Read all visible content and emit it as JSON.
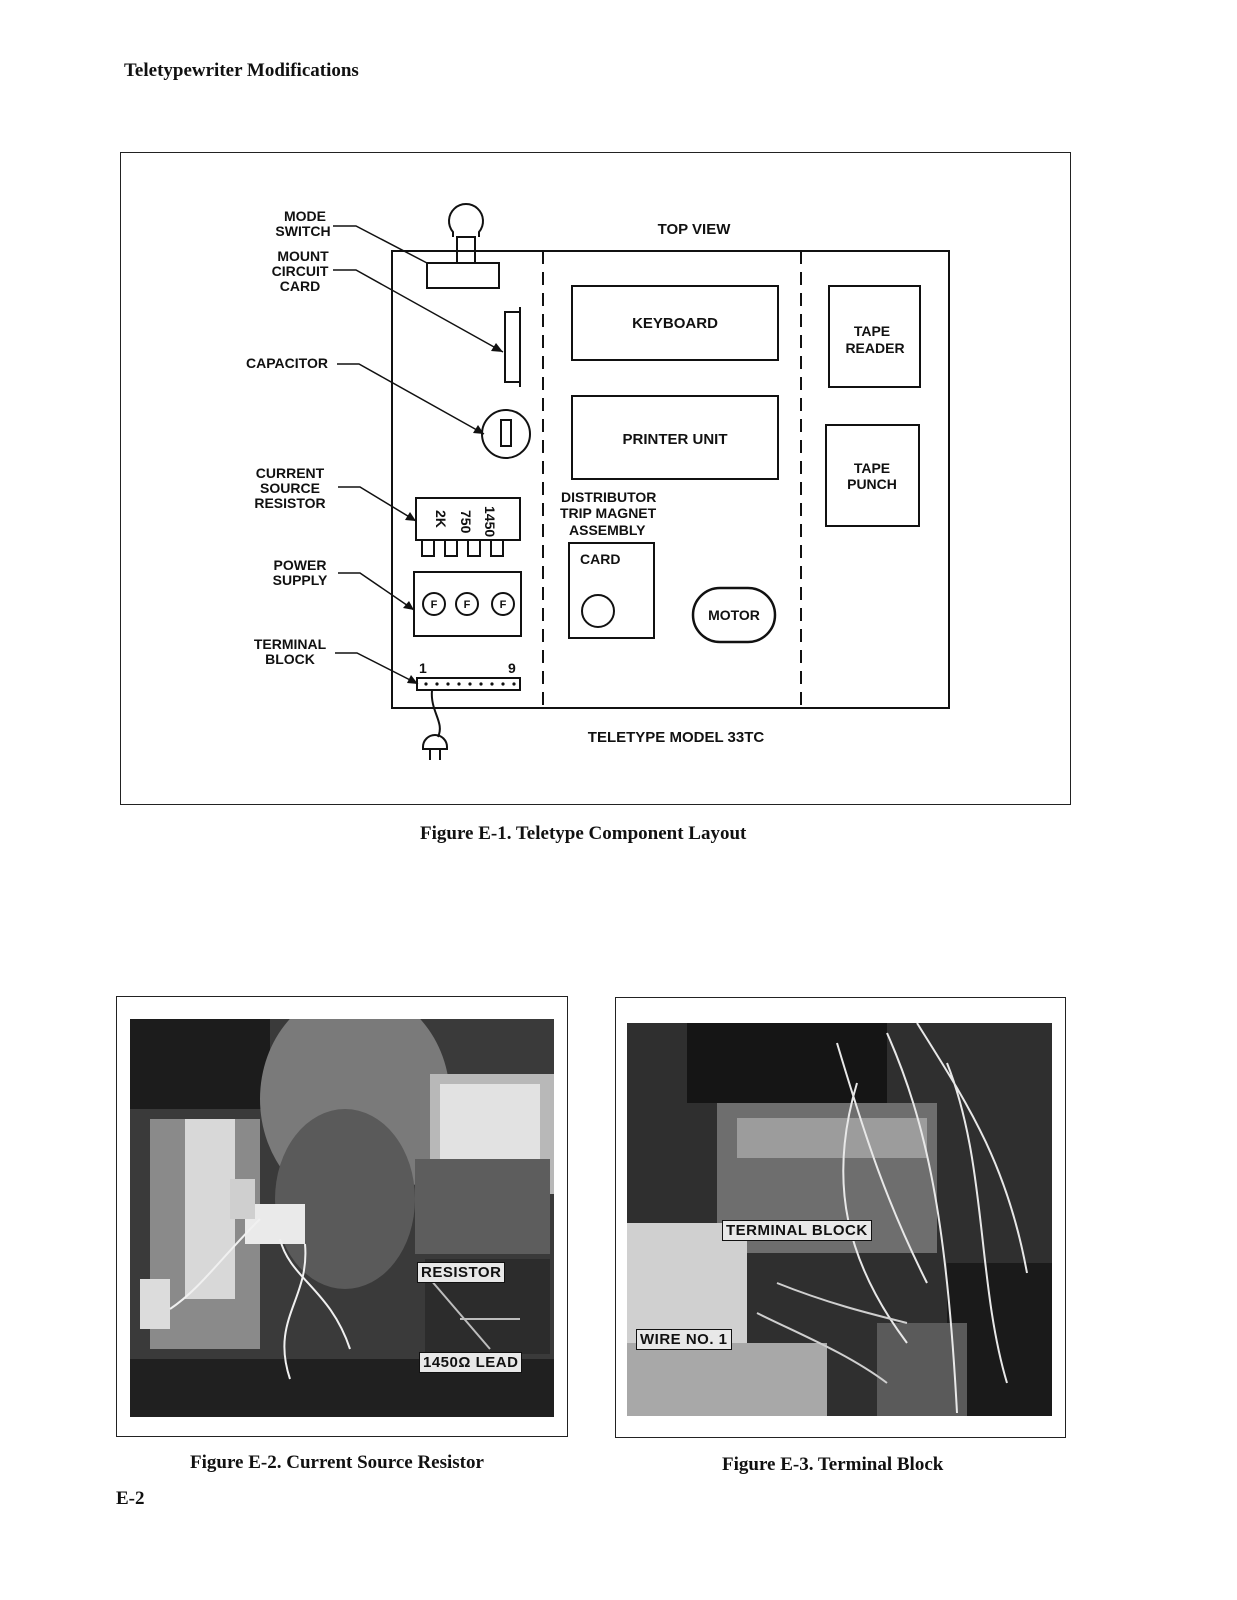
{
  "header": {
    "running_title": "Teletypewriter Modifications"
  },
  "figure_e1": {
    "caption": "Figure E-1. Teletype Component Layout",
    "top_view_label": "TOP VIEW",
    "model_label": "TELETYPE MODEL 33TC",
    "callouts": {
      "mode_switch": [
        "MODE",
        "SWITCH"
      ],
      "mount_circuit_card": [
        "MOUNT",
        "CIRCUIT",
        "CARD"
      ],
      "capacitor": [
        "CAPACITOR"
      ],
      "current_source_resistor": [
        "CURRENT",
        "SOURCE",
        "RESISTOR"
      ],
      "power_supply": [
        "POWER",
        "SUPPLY"
      ],
      "terminal_block": [
        "TERMINAL",
        "BLOCK"
      ]
    },
    "resistor_values": [
      "2K",
      "750",
      "1450"
    ],
    "fuse_label": "F",
    "terminal_numbers": {
      "first": "1",
      "last": "9"
    },
    "components": {
      "keyboard": "KEYBOARD",
      "printer_unit": "PRINTER UNIT",
      "distributor": [
        "DISTRIBUTOR",
        "TRIP MAGNET",
        "ASSEMBLY"
      ],
      "card": "CARD",
      "motor": "MOTOR",
      "tape_reader": [
        "TAPE",
        "READER"
      ],
      "tape_punch": [
        "TAPE",
        "PUNCH"
      ]
    }
  },
  "figure_e2": {
    "caption": "Figure E-2. Current Source Resistor",
    "labels": {
      "resistor": "RESISTOR",
      "lead": "1450Ω LEAD"
    }
  },
  "figure_e3": {
    "caption": "Figure E-3. Terminal Block",
    "labels": {
      "terminal_block": "TERMINAL BLOCK",
      "wire": "WIRE NO. 1"
    }
  },
  "page_number": "E-2"
}
